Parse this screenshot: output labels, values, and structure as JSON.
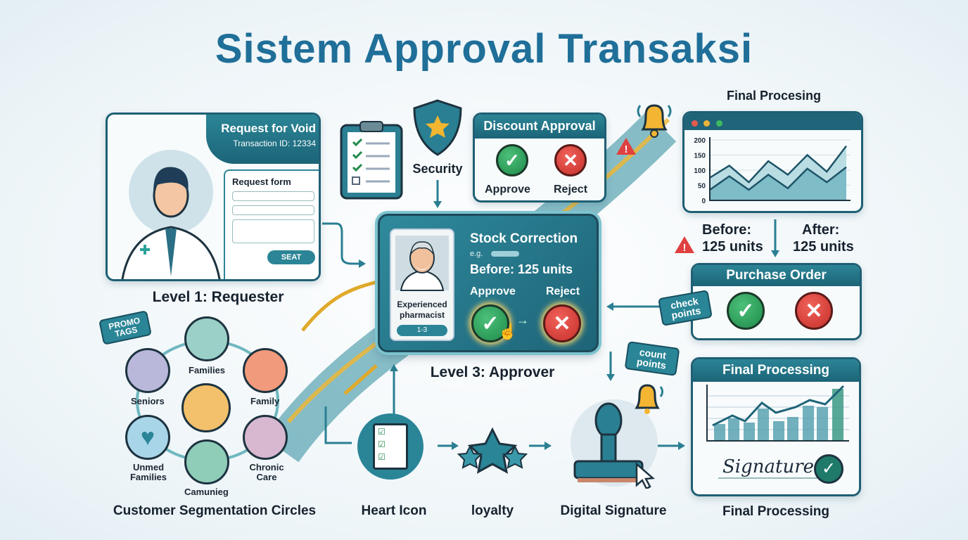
{
  "title": "Sistem Approval Transaksi",
  "requester": {
    "header": "Request for Void",
    "transaction": "Transaction ID: 12334",
    "form_title": "Request form",
    "submit": "SEAT",
    "label": "Level 1: Requester"
  },
  "security": {
    "label": "Security"
  },
  "discount": {
    "title": "Discount Approval",
    "approve": "Approve",
    "reject": "Reject"
  },
  "approver": {
    "title": "Stock Correction",
    "eg": "e.g.",
    "before": "Before: 125 units",
    "approve": "Approve",
    "reject": "Reject",
    "persona": "Experienced pharmacist",
    "level_badge": "1-3",
    "label": "Level 3: Approver"
  },
  "final_top": {
    "label": "Final Procesing",
    "y_ticks": [
      "200",
      "150",
      "100",
      "50",
      "0"
    ]
  },
  "stock": {
    "before_label": "Before:",
    "before_value": "125 units",
    "after_label": "After:",
    "after_value": "125 units"
  },
  "purchase_order": {
    "title": "Purchase Order",
    "tag": "check points"
  },
  "segmentation": {
    "tag": "PROMO TAGS",
    "segments": [
      "Families",
      "Seniors",
      "Family",
      "Unmed Families",
      "Chronic Care",
      "Camunieg"
    ],
    "label": "Customer Segmentation Circles"
  },
  "bottom": {
    "heart_label": "Heart Icon",
    "loyalty_label": "loyalty",
    "signature_label": "Digital Signature",
    "count_tag": "count points"
  },
  "final_bottom": {
    "title": "Final Processing",
    "signature": "Signature",
    "label": "Final Processing"
  },
  "chart_data": {
    "type": "area",
    "y_ticks": [
      0,
      50,
      100,
      150,
      200
    ],
    "ylim": [
      0,
      200
    ],
    "series": [
      {
        "values": [
          75,
          115,
          60,
          130,
          85,
          150,
          95,
          180
        ]
      },
      {
        "values": [
          35,
          80,
          35,
          85,
          40,
          105,
          60,
          110
        ]
      }
    ]
  },
  "colors": {
    "title": "#1f6f99",
    "teal": "#1f6478",
    "approve": "#2a9a55",
    "reject": "#d83b33",
    "gold": "#f2b630"
  }
}
